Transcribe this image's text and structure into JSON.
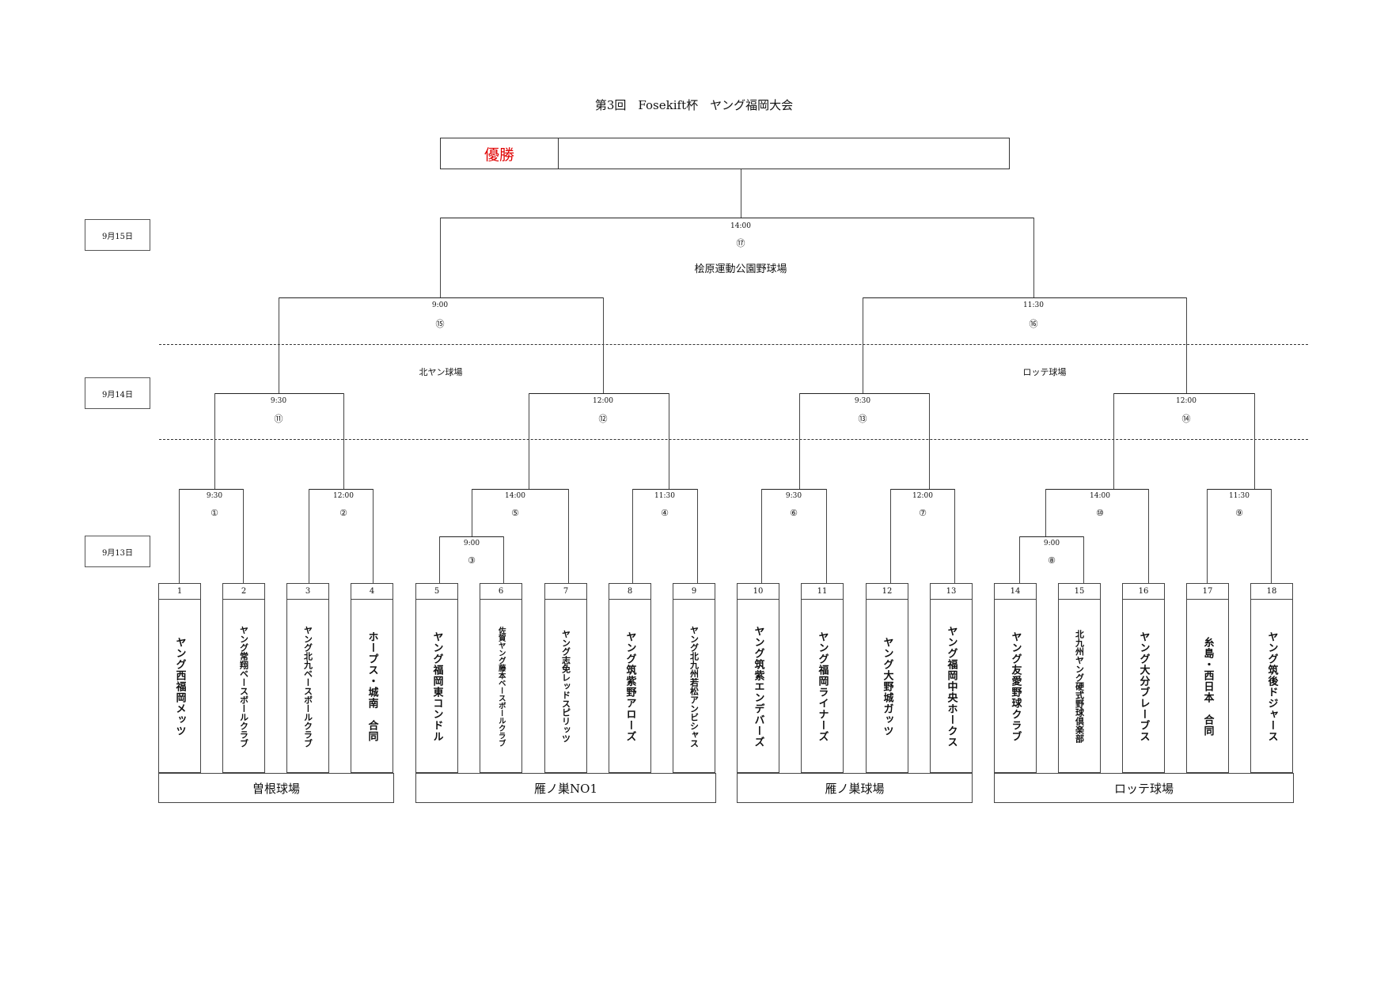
{
  "title": "第3回　Fosekift杯　ヤング福岡大会",
  "champion": {
    "label": "優勝",
    "value": ""
  },
  "dates": {
    "day3": "9月15日",
    "day2": "9月14日",
    "day1": "9月13日"
  },
  "final": {
    "time": "14:00",
    "number": "⑰",
    "venue": "桧原運動公園野球場"
  },
  "semifinals": [
    {
      "time": "9:00",
      "number": "⑮"
    },
    {
      "time": "11:30",
      "number": "⑯"
    }
  ],
  "day2_venues": {
    "left": "北ヤン球場",
    "right": "ロッテ球場"
  },
  "quarterfinals": [
    {
      "time": "9:30",
      "number": "⑪"
    },
    {
      "time": "12:00",
      "number": "⑫"
    },
    {
      "time": "9:30",
      "number": "⑬"
    },
    {
      "time": "12:00",
      "number": "⑭"
    }
  ],
  "round1": [
    {
      "time": "9:30",
      "number": "①"
    },
    {
      "time": "12:00",
      "number": "②"
    },
    {
      "time": "9:00",
      "number": "③"
    },
    {
      "time": "14:00",
      "number": "⑤"
    },
    {
      "time": "11:30",
      "number": "④"
    },
    {
      "time": "9:30",
      "number": "⑥"
    },
    {
      "time": "12:00",
      "number": "⑦"
    },
    {
      "time": "9:00",
      "number": "⑧"
    },
    {
      "time": "14:00",
      "number": "⑩"
    },
    {
      "time": "11:30",
      "number": "⑨"
    }
  ],
  "teams": [
    {
      "seed": "1",
      "name": "ヤング西福岡メッツ"
    },
    {
      "seed": "2",
      "name": "ヤング常翔ベースボールクラブ"
    },
    {
      "seed": "3",
      "name": "ヤング北九ベースボールクラブ"
    },
    {
      "seed": "4",
      "name": "ホープス・城南　合同"
    },
    {
      "seed": "5",
      "name": "ヤング福岡東コンドル"
    },
    {
      "seed": "6",
      "name": "佐賀ヤング藤本ベースボールクラブ"
    },
    {
      "seed": "7",
      "name": "ヤング志免レッドスピリッツ"
    },
    {
      "seed": "8",
      "name": "ヤング筑紫野アローズ"
    },
    {
      "seed": "9",
      "name": "ヤング北九州若松アンビシャス"
    },
    {
      "seed": "10",
      "name": "ヤング筑紫エンデバーズ"
    },
    {
      "seed": "11",
      "name": "ヤング福岡ライナーズ"
    },
    {
      "seed": "12",
      "name": "ヤング大野城ガッツ"
    },
    {
      "seed": "13",
      "name": "ヤング福岡中央ホークス"
    },
    {
      "seed": "14",
      "name": "ヤング友愛野球クラブ"
    },
    {
      "seed": "15",
      "name": "北九州ヤング硬式野球倶楽部"
    },
    {
      "seed": "16",
      "name": "ヤング大分ブレーブス"
    },
    {
      "seed": "17",
      "name": "糸島・西日本　合同"
    },
    {
      "seed": "18",
      "name": "ヤング筑後ドジャース"
    }
  ],
  "day1_venues": [
    {
      "name": "曽根球場"
    },
    {
      "name": "雁ノ巣NO1"
    },
    {
      "name": "雁ノ巣球場"
    },
    {
      "name": "ロッテ球場"
    }
  ]
}
